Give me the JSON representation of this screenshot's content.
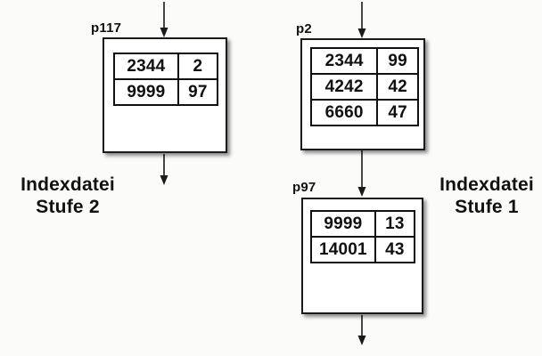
{
  "colors": {
    "background": "#fbfbf9",
    "box_fill": "#ffffff",
    "line": "#1a1a1a",
    "shadow": "rgba(0,0,0,0.45)"
  },
  "side_labels": {
    "level2": {
      "line1": "Indexdatei",
      "line2": "Stufe 2"
    },
    "level1": {
      "line1": "Indexdatei",
      "line2": "Stufe 1"
    }
  },
  "nodes": [
    {
      "label": "p117",
      "rows": [
        [
          "2344",
          "2"
        ],
        [
          "9999",
          "97"
        ]
      ]
    },
    {
      "label": "p2",
      "rows": [
        [
          "2344",
          "99"
        ],
        [
          "4242",
          "42"
        ],
        [
          "6660",
          "47"
        ]
      ]
    },
    {
      "label": "p97",
      "rows": [
        [
          "9999",
          "13"
        ],
        [
          "14001",
          "43"
        ]
      ]
    }
  ]
}
